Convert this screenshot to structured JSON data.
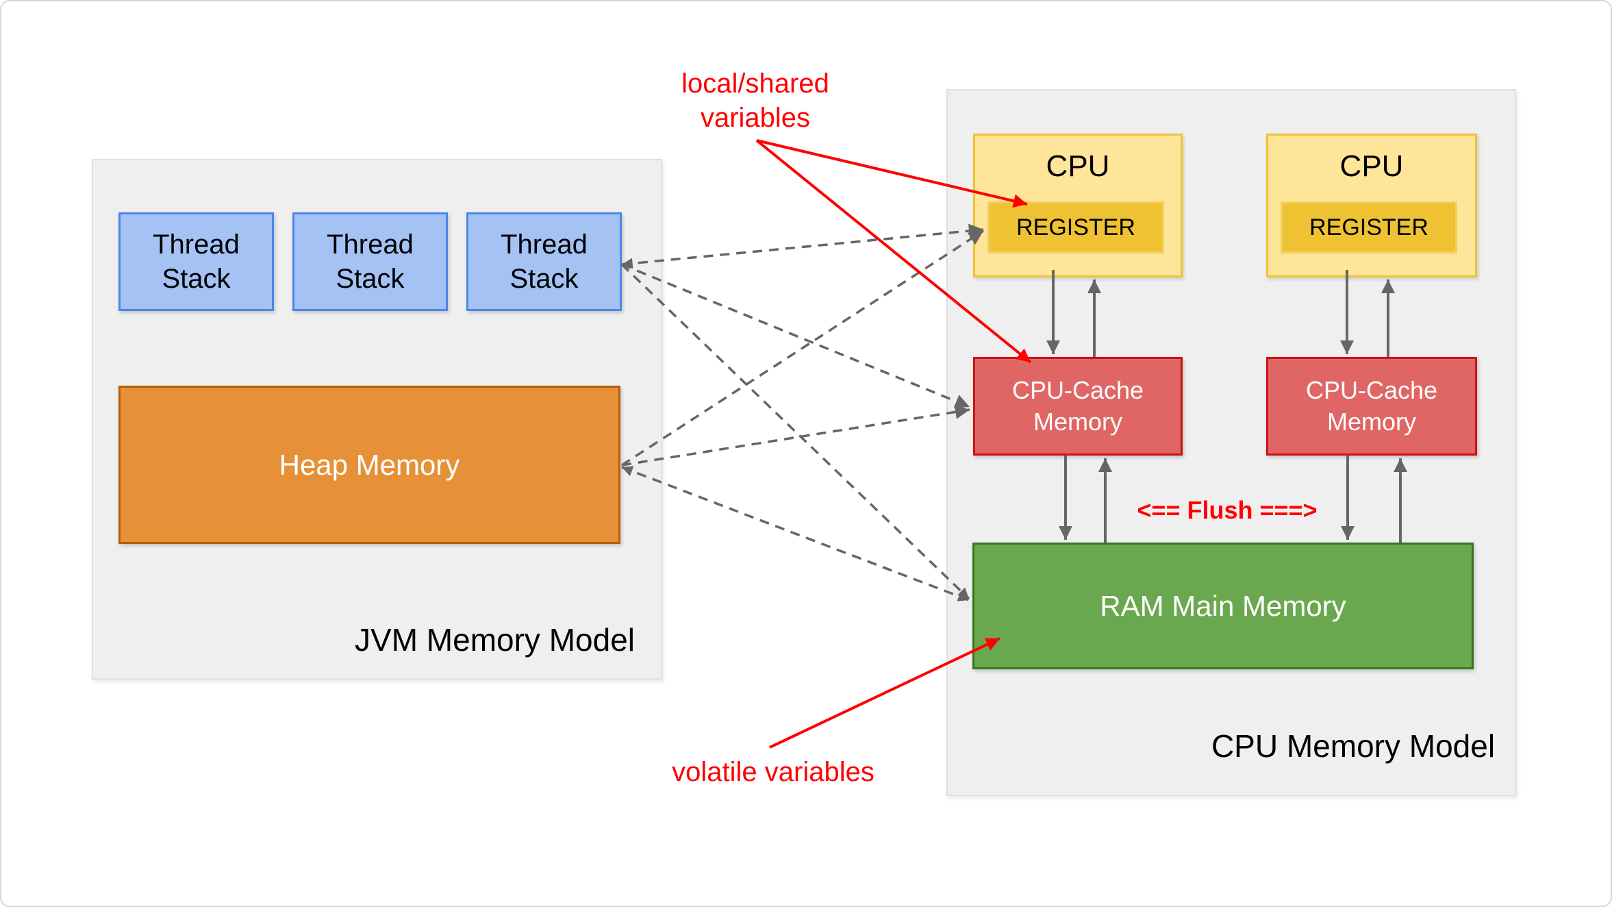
{
  "diagram": {
    "jvm": {
      "title": "JVM Memory Model",
      "thread_stack_labels": [
        "Thread Stack",
        "Thread Stack",
        "Thread Stack"
      ],
      "heap_label": "Heap Memory"
    },
    "cpu_model": {
      "title": "CPU Memory Model",
      "cpu1": {
        "label": "CPU",
        "register_label": "REGISTER",
        "cache_label": "CPU-Cache Memory"
      },
      "cpu2": {
        "label": "CPU",
        "register_label": "REGISTER",
        "cache_label": "CPU-Cache Memory"
      },
      "ram_label": "RAM Main Memory",
      "flush_label": "<== Flush ===>"
    },
    "annotations": {
      "local_shared_label": "local/shared variables",
      "volatile_label": "volatile variables"
    },
    "colors": {
      "page_background": "#ffffff",
      "container_gray": "#efefef",
      "thread_stack_fill": "#a4c2f4",
      "thread_stack_border": "#4a86e8",
      "heap_fill": "#e69138",
      "heap_border": "#b45f06",
      "cpu_fill": "#ffe599",
      "cpu_border": "#f1c232",
      "register_fill": "#efc233",
      "cache_fill": "#e06666",
      "cache_border": "#cc1111",
      "ram_fill": "#6aa84f",
      "ram_border": "#38761d",
      "connector_gray": "#666666",
      "annotation_red": "#ff0000",
      "text_black": "#000000",
      "text_white": "#ffffff"
    }
  }
}
